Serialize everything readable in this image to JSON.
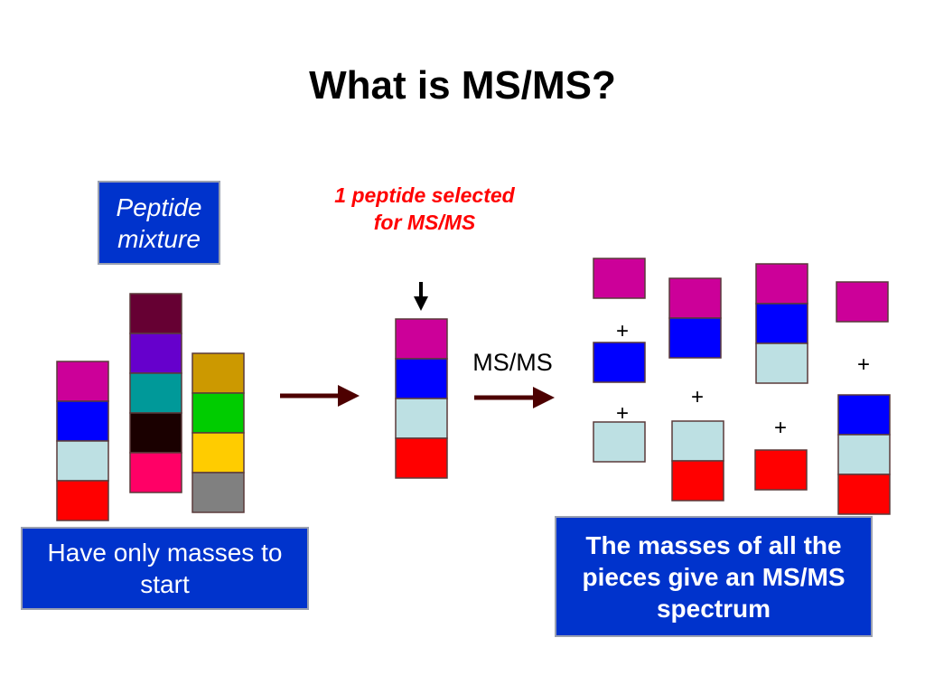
{
  "title": "What is MS/MS?",
  "peptide_mixture_label": "Peptide mixture",
  "selected_note": "1  peptide selected for MS/MS",
  "msms_label": "MS/MS",
  "have_masses_label": "Have only masses to start",
  "pieces_label": "The masses of all the pieces give an MS/MS spectrum",
  "plus_sign": "+",
  "colors": {
    "magenta": "#cc0099",
    "blue": "#0000ff",
    "light_blue": "#bde0e3",
    "red": "#ff0000",
    "maroon": "#660033",
    "purple": "#6600cc",
    "teal": "#009999",
    "black": "#1a0000",
    "pink": "#ff0066",
    "gold": "#cc9900",
    "green": "#00cc00",
    "yellow": "#ffcc00",
    "gray": "#808080",
    "label_box": "#0033cc",
    "arrow": "#4d0000",
    "note_red": "#ff0000"
  },
  "peptides": [
    [
      "magenta",
      "blue",
      "light_blue",
      "red"
    ],
    [
      "maroon",
      "purple",
      "teal",
      "black",
      "pink"
    ],
    [
      "gold",
      "green",
      "yellow",
      "gray"
    ]
  ],
  "selected_peptide": [
    "magenta",
    "blue",
    "light_blue",
    "red"
  ],
  "fragments": [
    [
      "magenta"
    ],
    [
      "blue"
    ],
    [
      "light_blue"
    ],
    [
      "magenta",
      "blue"
    ],
    [
      "light_blue",
      "red"
    ],
    [
      "magenta",
      "blue",
      "light_blue"
    ],
    [
      "red"
    ],
    [
      "magenta"
    ],
    [
      "blue",
      "light_blue",
      "red"
    ]
  ]
}
